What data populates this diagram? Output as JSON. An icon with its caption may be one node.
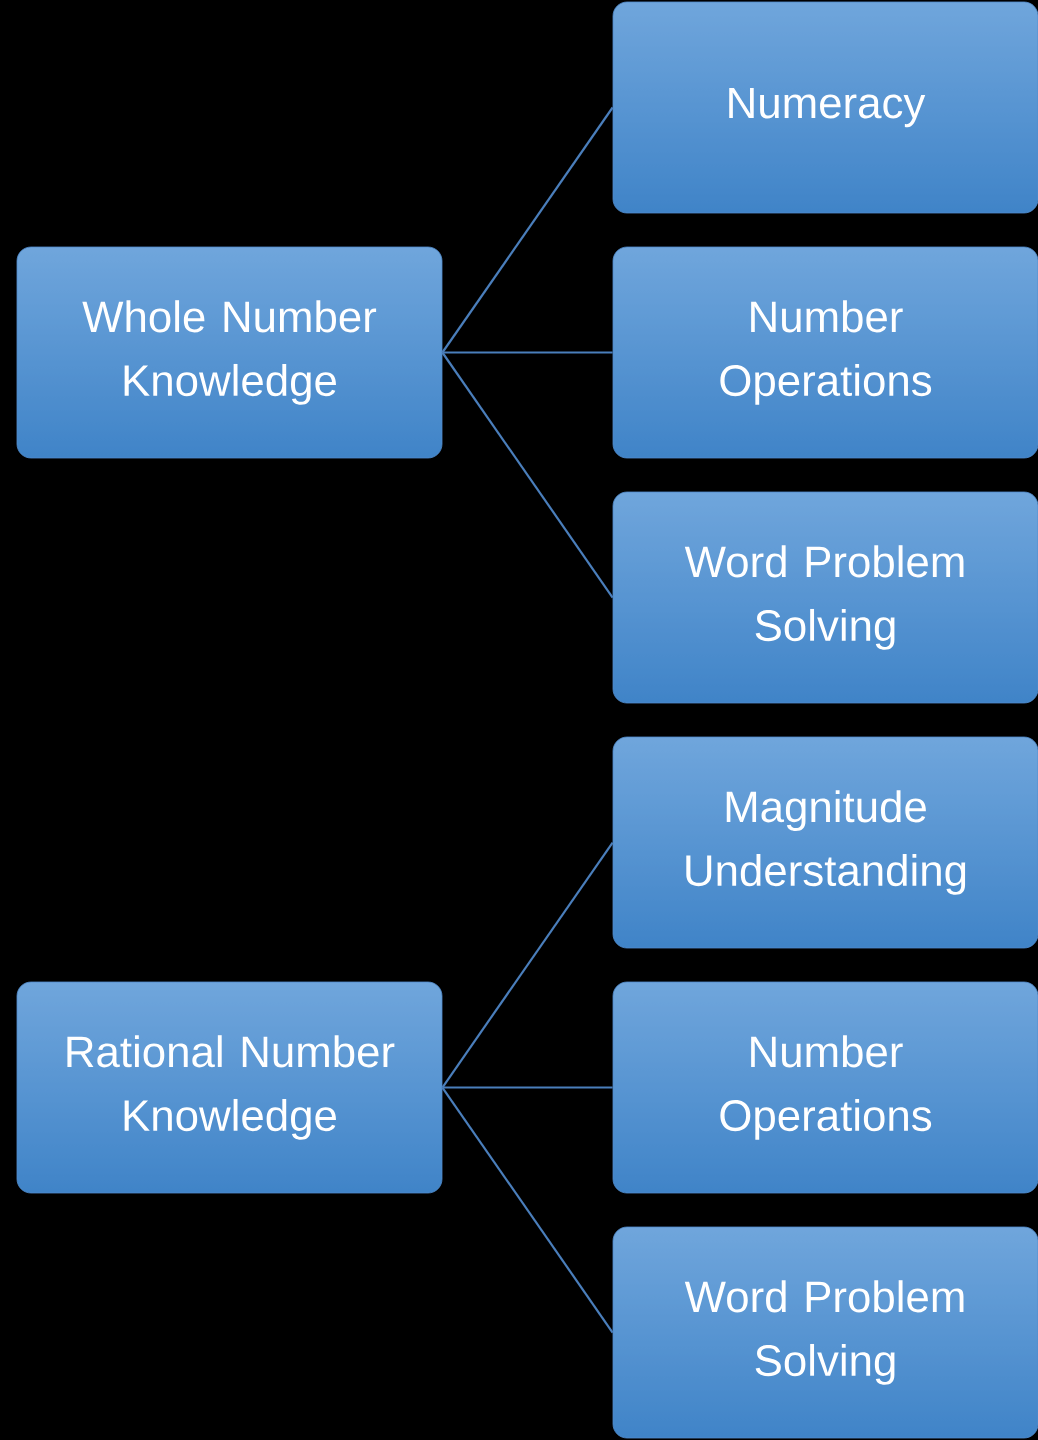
{
  "diagram": {
    "nodes": [
      {
        "text": [
          "Whole Number Knowledge"
        ]
      },
      {
        "text": [
          "Numeracy"
        ]
      },
      {
        "text": [
          "Number Operations"
        ]
      },
      {
        "text": [
          "Word Problem Solving"
        ]
      },
      {
        "text": [
          "Rational Number Knowledge"
        ]
      },
      {
        "text": [
          "Magnitude Understanding"
        ]
      },
      {
        "text": [
          "Number Operations"
        ]
      },
      {
        "text": [
          "Word Problem Solving"
        ]
      }
    ],
    "edges": [
      {
        "from": 0,
        "to": 1,
        "arrow": "none"
      },
      {
        "from": 0,
        "to": 2,
        "arrow": "none"
      },
      {
        "from": 0,
        "to": 3,
        "arrow": "none"
      },
      {
        "from": 4,
        "to": 5,
        "arrow": "none"
      },
      {
        "from": 4,
        "to": 6,
        "arrow": "none"
      },
      {
        "from": 4,
        "to": 7,
        "arrow": "none"
      }
    ]
  }
}
